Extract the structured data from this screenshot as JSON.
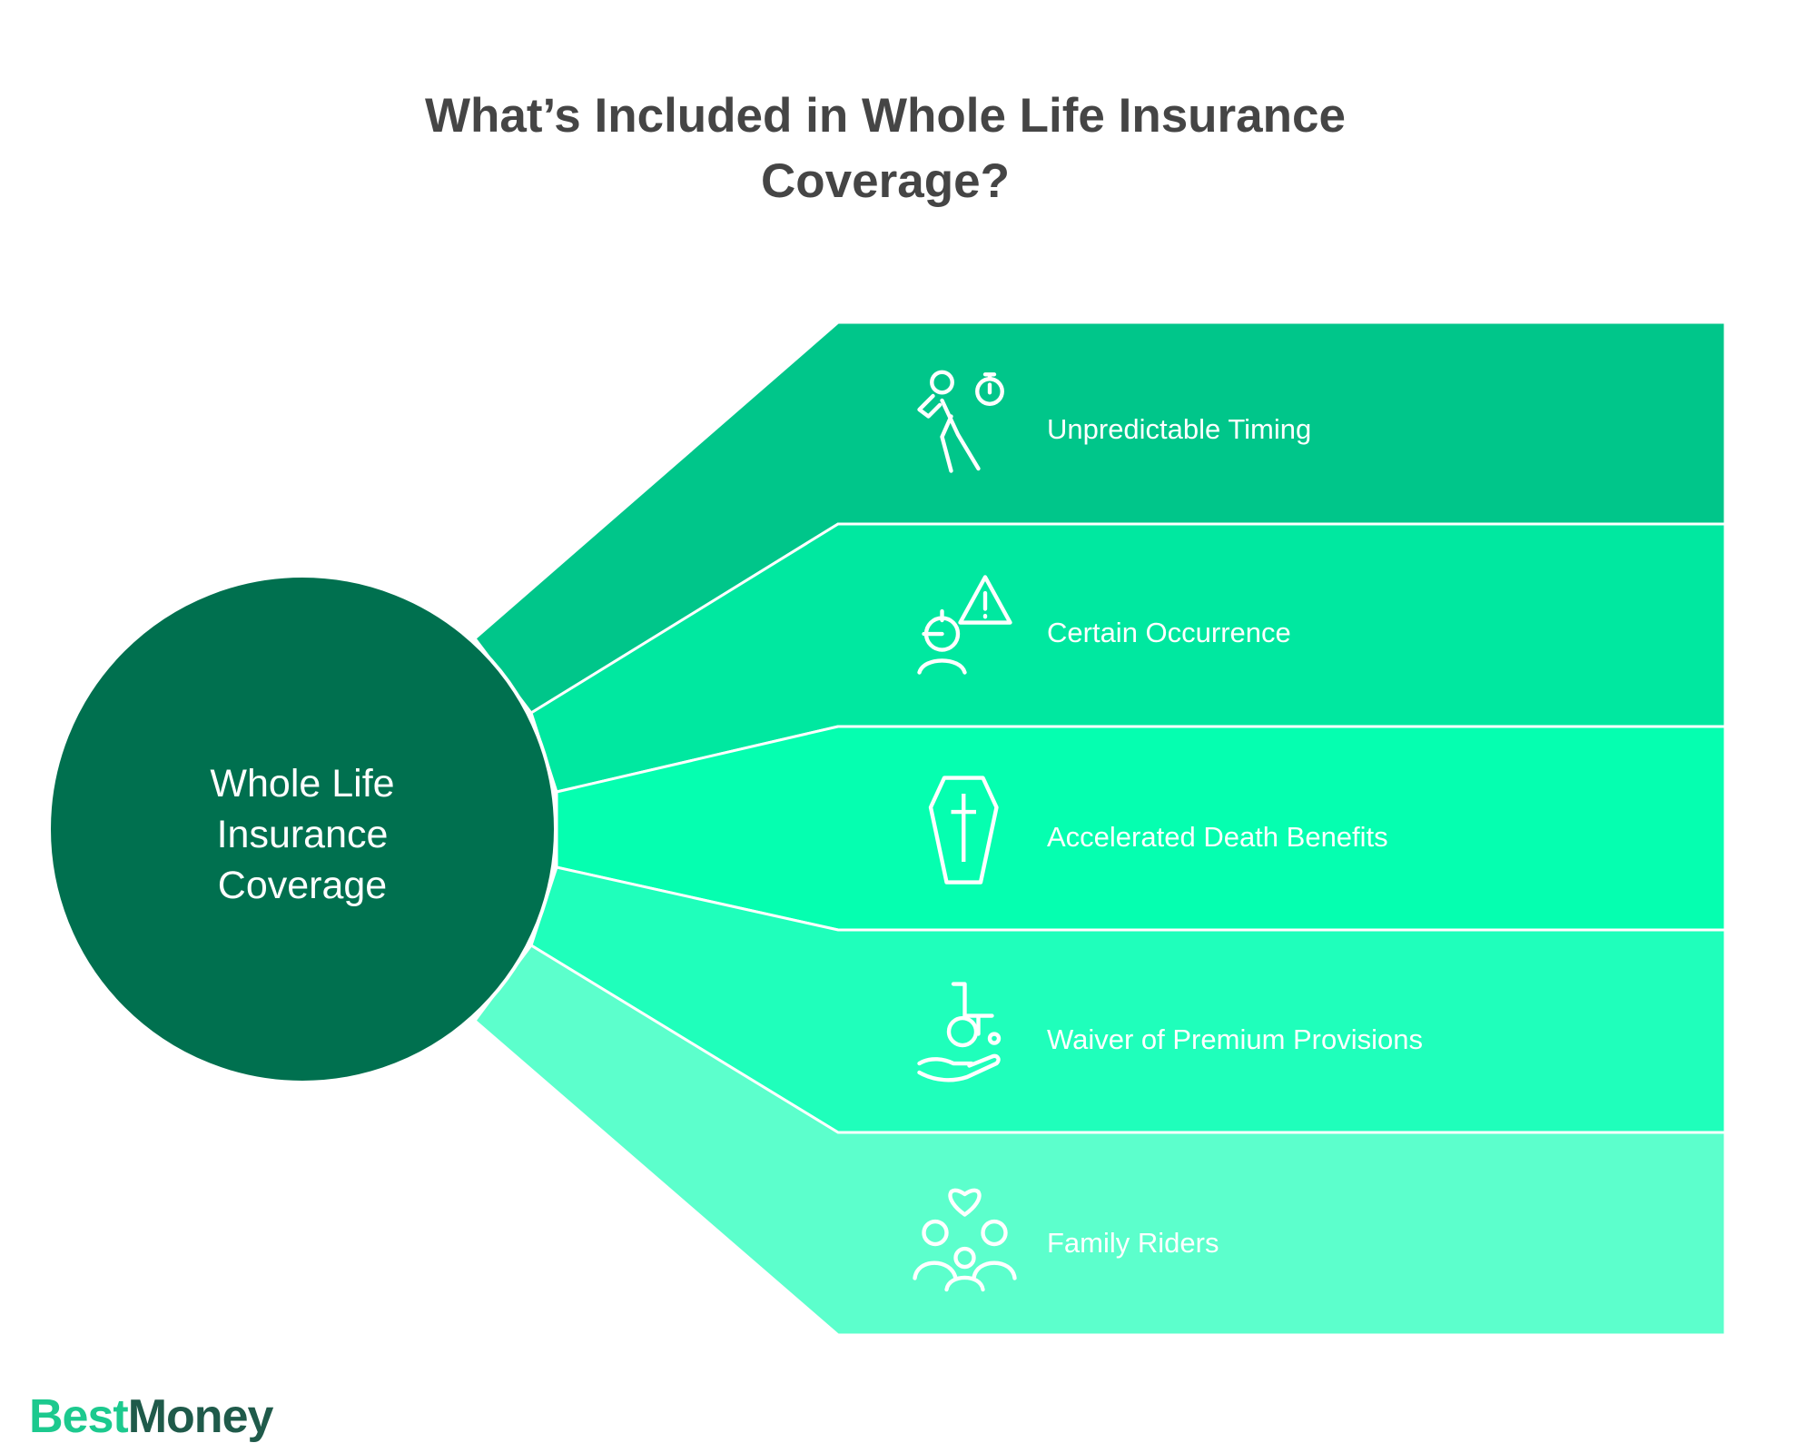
{
  "title": {
    "line1": "What’s Included in Whole Life Insurance",
    "line2": "Coverage?"
  },
  "center": {
    "line1": "Whole Life",
    "line2": "Insurance",
    "line3": "Coverage"
  },
  "items": [
    {
      "label": "Unpredictable Timing",
      "icon": "running-person-stopwatch-icon",
      "color": "#00C68A"
    },
    {
      "label": "Certain Occurrence",
      "icon": "person-warning-icon",
      "color": "#00E8A0"
    },
    {
      "label": "Accelerated Death Benefits",
      "icon": "coffin-icon",
      "color": "#05FFB0"
    },
    {
      "label": "Waiver of Premium Provisions",
      "icon": "hand-wheelchair-icon",
      "color": "#1FFFBB"
    },
    {
      "label": "Family Riders",
      "icon": "family-heart-icon",
      "color": "#5CFFCC"
    }
  ],
  "circle_color": "#00704F",
  "logo": {
    "part1": "Best",
    "part2": "Money"
  }
}
